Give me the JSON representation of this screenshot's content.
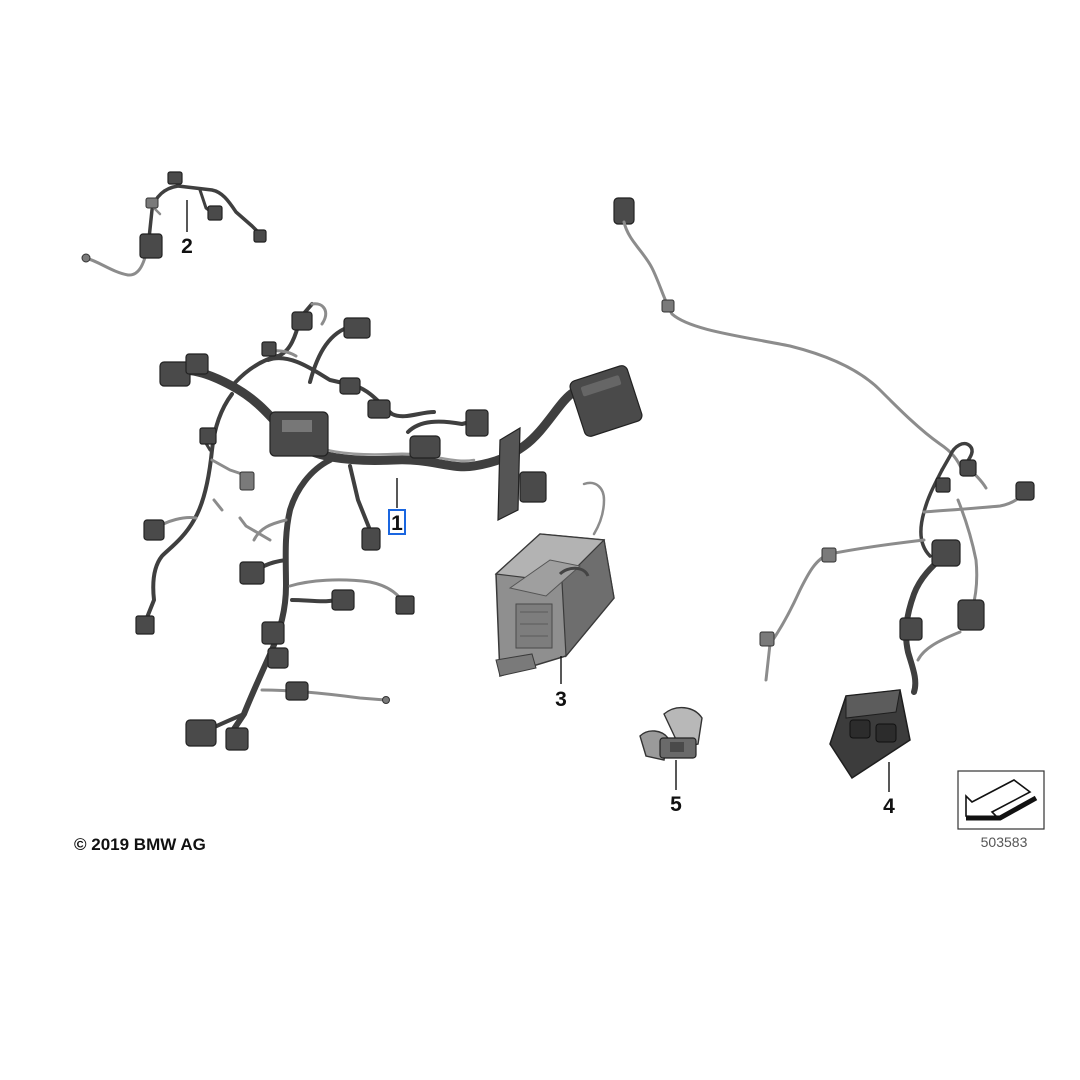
{
  "callouts": {
    "part1": "1",
    "part2": "2",
    "part3": "3",
    "part4": "4",
    "part5": "5"
  },
  "copyright": "© 2019 BMW AG",
  "diagram_number": "503583",
  "colors": {
    "harness_dark": "#3f3f3f",
    "harness_light": "#8c8c8c",
    "selection_box": "#1a66e0"
  },
  "icons": {
    "orientation": "front-arrow-icon"
  }
}
